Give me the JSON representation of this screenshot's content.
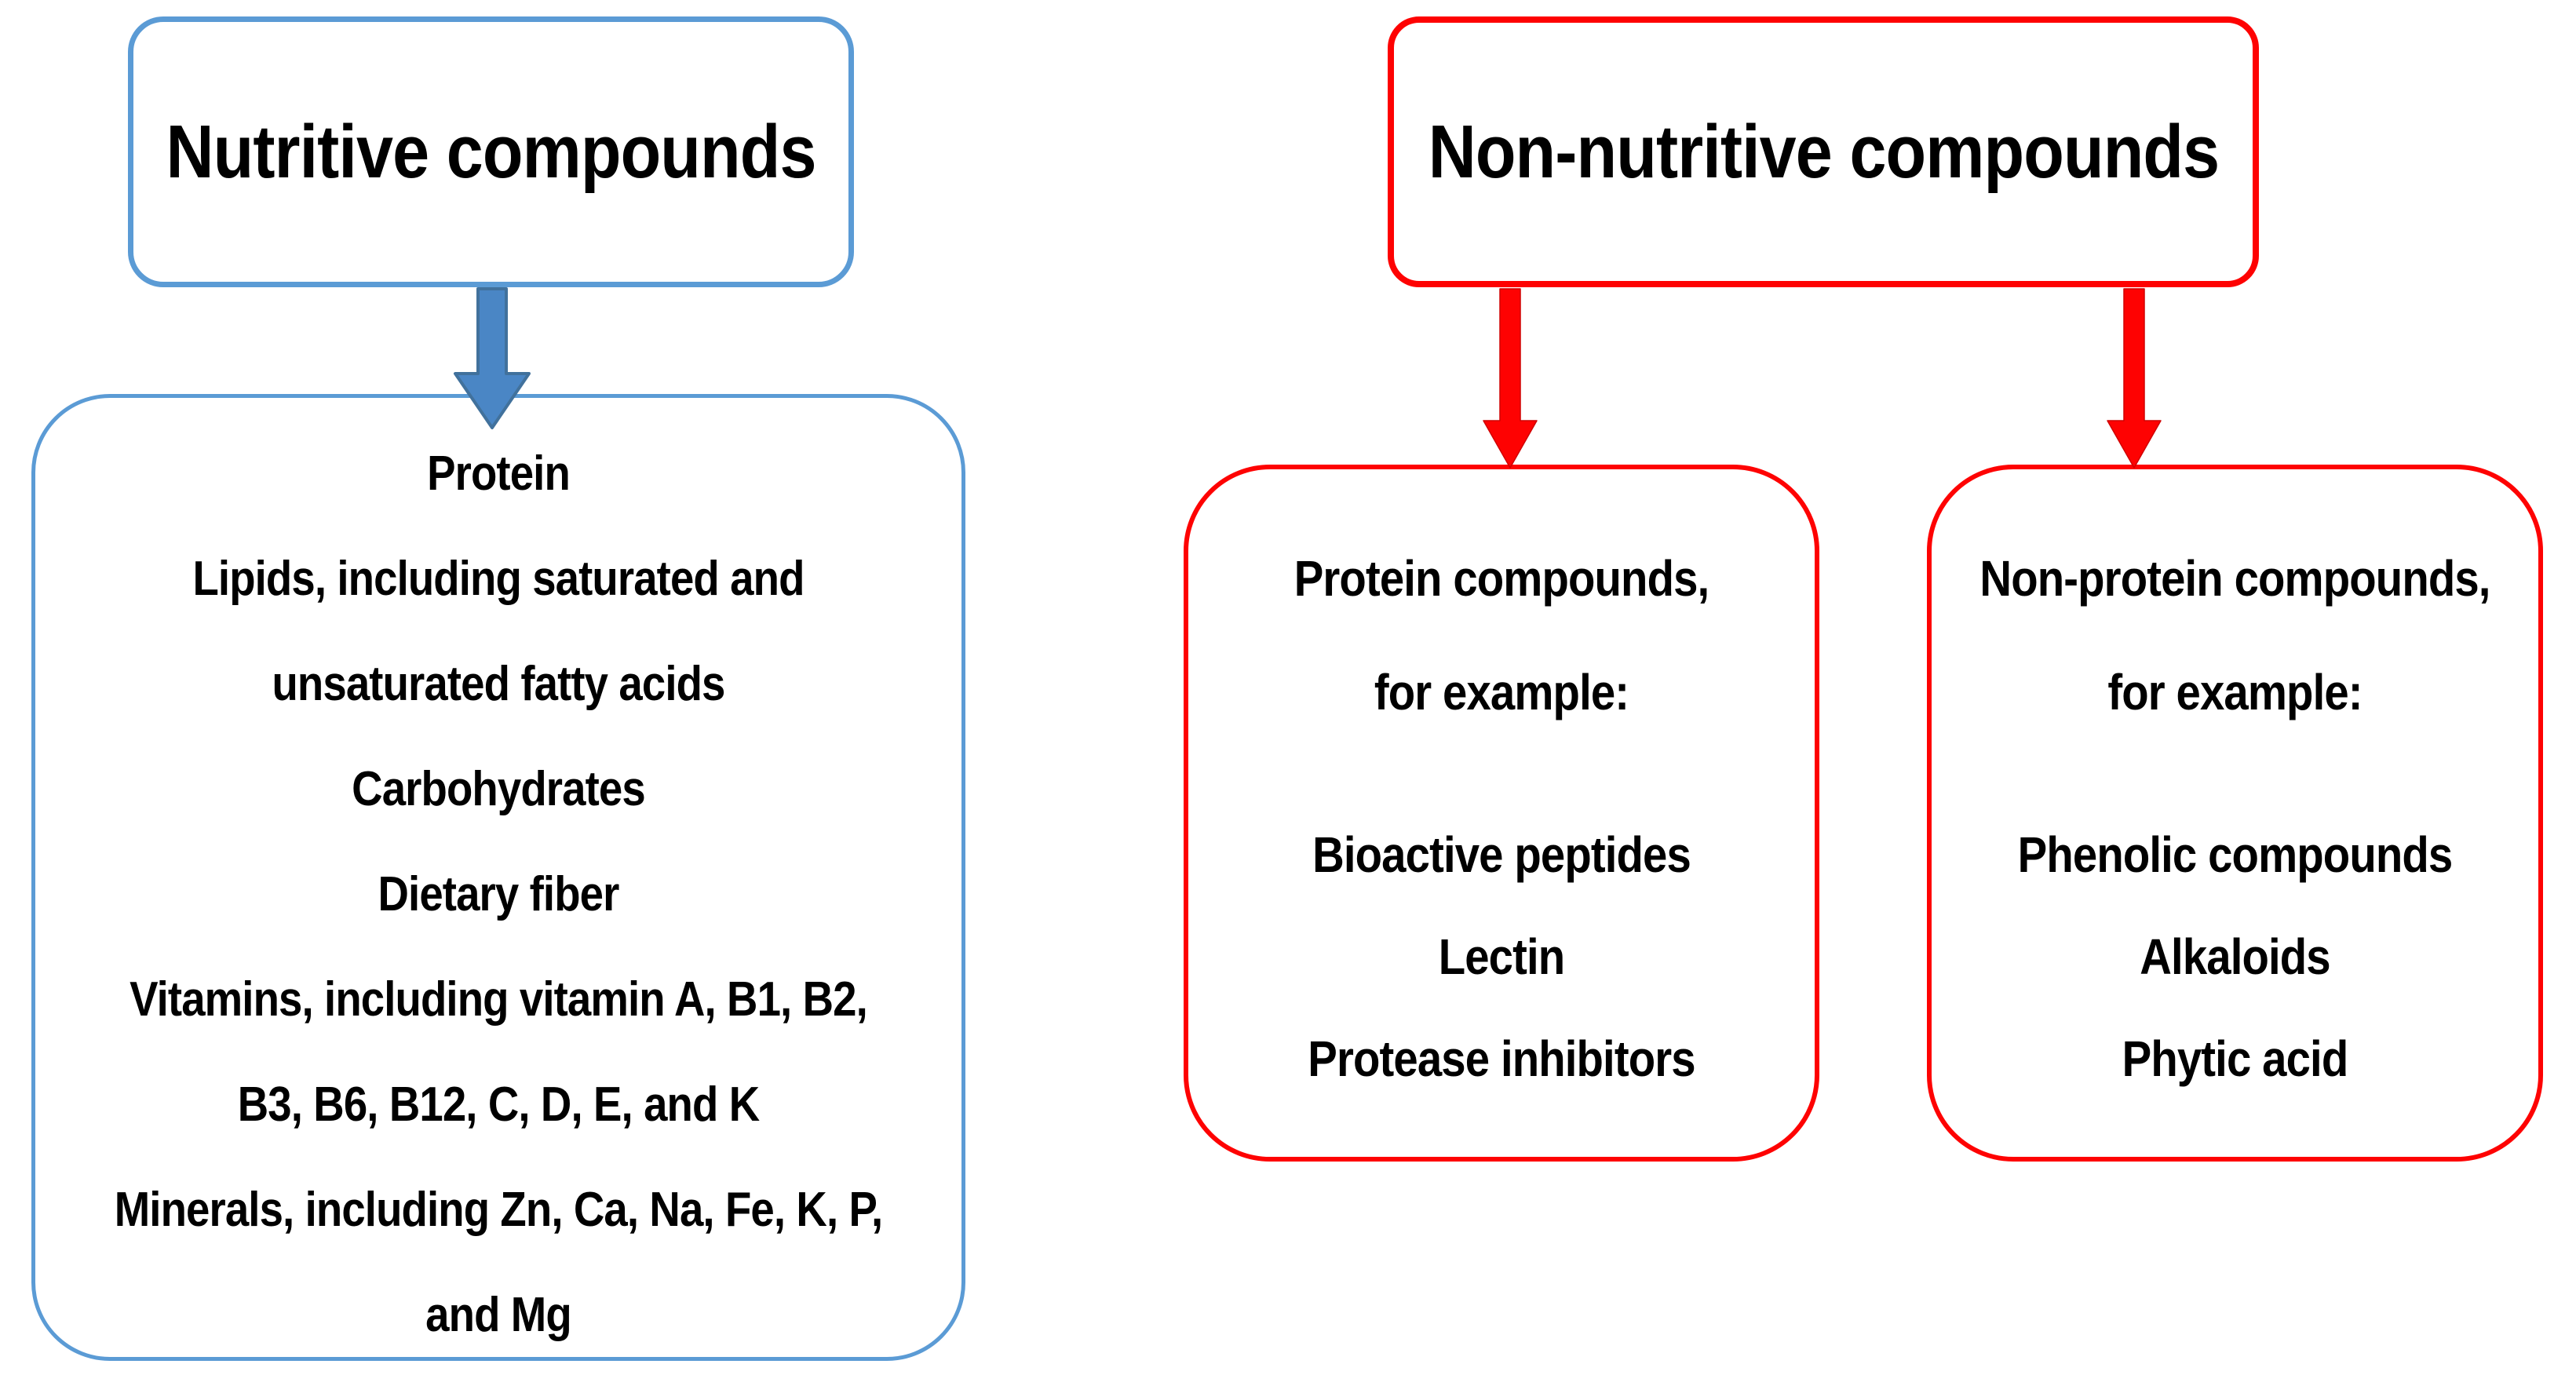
{
  "colors": {
    "background": "#FFFFFF",
    "text": "#000000",
    "blue_border": "#5B9BD5",
    "blue_arrow_fill": "#4A86C5",
    "blue_arrow_stroke": "#41719C",
    "red_border": "#FE0202",
    "red_arrow_fill": "#FE0202"
  },
  "nutritive": {
    "title": "Nutritive compounds",
    "lines": [
      "Protein",
      "Lipids, including saturated and",
      "unsaturated fatty acids",
      "Carbohydrates",
      "Dietary fiber",
      "Vitamins, including vitamin A, B1, B2,",
      "B3, B6, B12, C, D, E, and K",
      "Minerals, including Zn, Ca, Na, Fe, K, P,",
      "and Mg"
    ]
  },
  "non_nutritive": {
    "title": "Non-nutritive compounds",
    "protein_box": {
      "heading_lines": [
        "Protein compounds,",
        "for example:"
      ],
      "items": [
        "Bioactive peptides",
        "Lectin",
        "Protease inhibitors"
      ]
    },
    "non_protein_box": {
      "heading_lines": [
        "Non-protein compounds,",
        "for example:"
      ],
      "items": [
        "Phenolic compounds",
        "Alkaloids",
        "Phytic acid"
      ]
    }
  }
}
